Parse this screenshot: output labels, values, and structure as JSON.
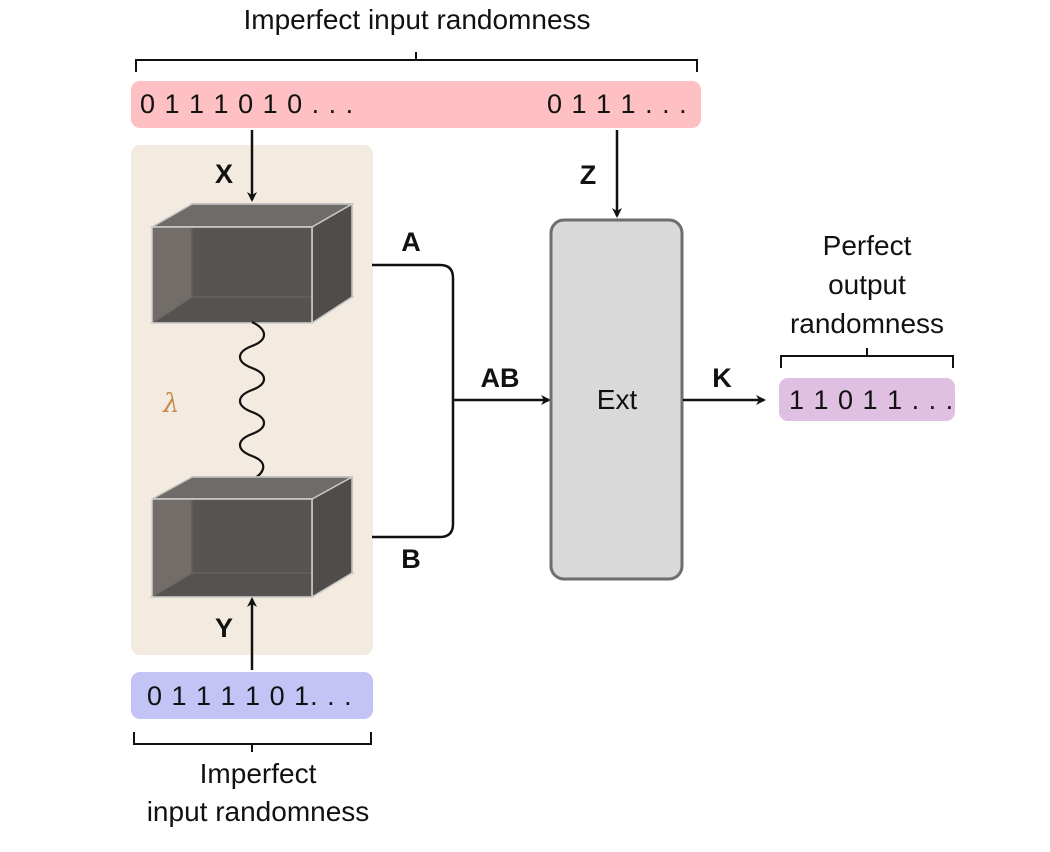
{
  "top": {
    "title": "Imperfect input randomness",
    "bits_left": "0 1 1 1 0 1 0 . . .",
    "bits_right": "0 1 1 1 . . .",
    "color": "#ffc0c3"
  },
  "bottom": {
    "bits": "0 1 1 1 1 0 1. . .",
    "title_line1": "Imperfect",
    "title_line2": "input randomness",
    "color": "#c3c3f6"
  },
  "output": {
    "title_line1": "Perfect",
    "title_line2": "output",
    "title_line3": "randomness",
    "bits": "1 1 0 1 1 . . .",
    "color": "#dfc0e3"
  },
  "source": {
    "label": "λ",
    "color": "#f4ebe0",
    "label_color": "#c48a4e"
  },
  "labels": {
    "x": "X",
    "y": "Y",
    "z": "Z",
    "a": "A",
    "b": "B",
    "ab": "AB",
    "k": "K"
  },
  "extractor": {
    "label": "Ext",
    "fill": "#d9d9d9",
    "stroke": "#6e6e6e"
  },
  "device_color": "#5a5754"
}
